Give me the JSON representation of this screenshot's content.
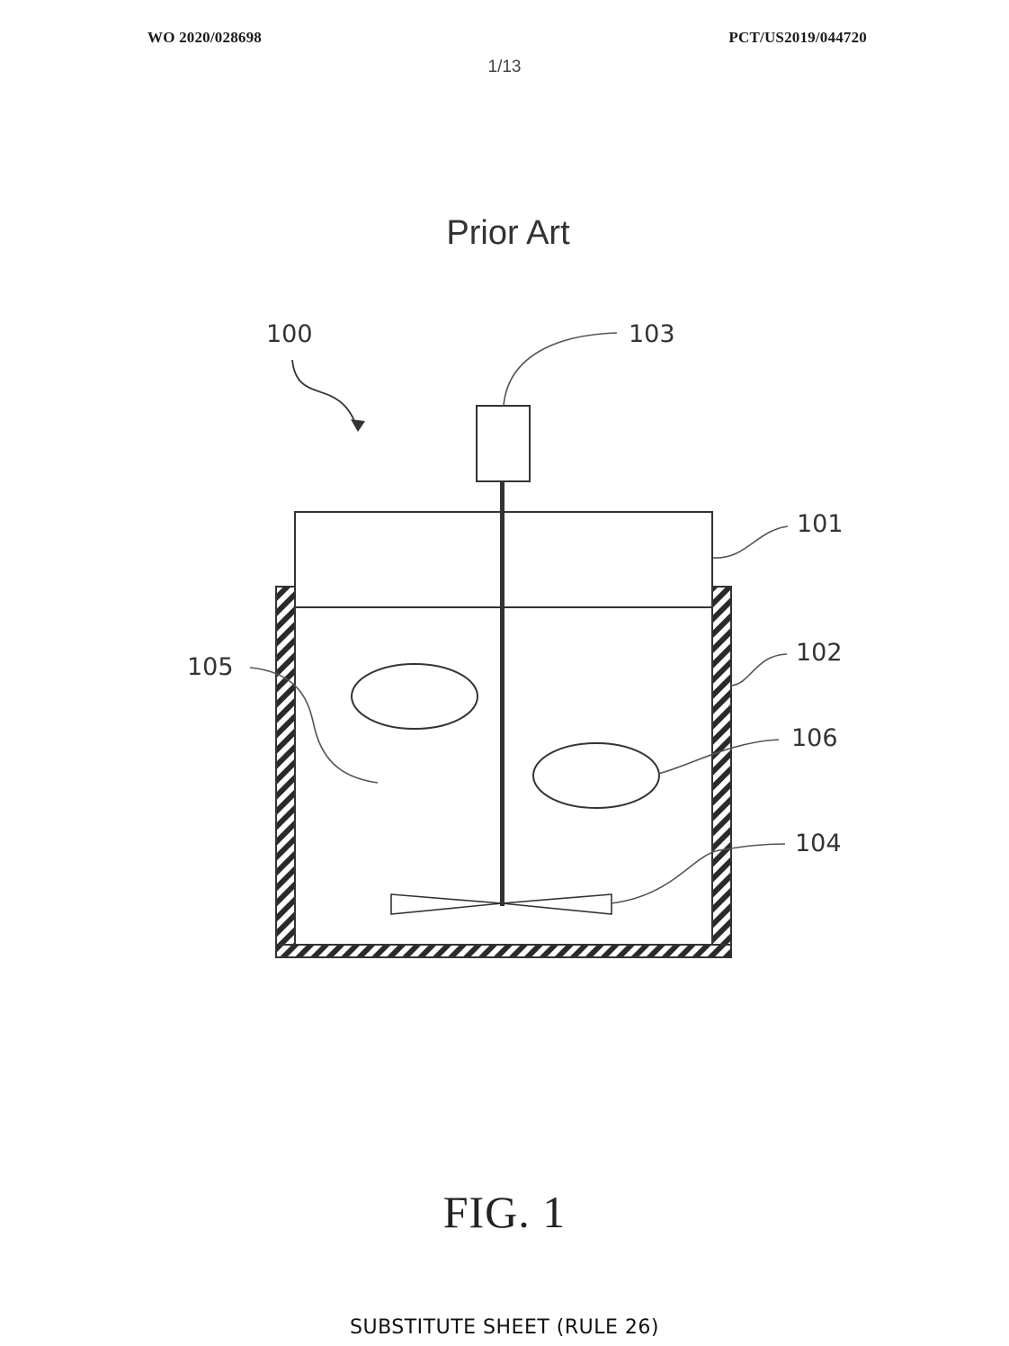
{
  "header": {
    "publication_number": "WO 2020/028698",
    "application_number": "PCT/US2019/044720",
    "sheet": "1/13"
  },
  "figure": {
    "title": "Prior Art",
    "label": "FIG. 1",
    "refs": {
      "system": "100",
      "vessel": "101",
      "jacket": "102",
      "motor": "103",
      "impeller": "104",
      "medium": "105",
      "particle": "106"
    }
  },
  "footer": {
    "text": "SUBSTITUTE SHEET (RULE 26)"
  }
}
